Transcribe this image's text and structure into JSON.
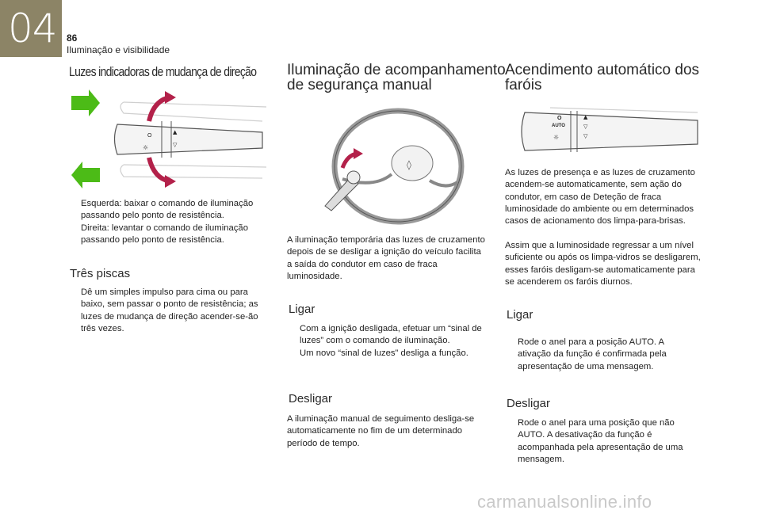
{
  "header": {
    "chapter": "04",
    "page_number": "86",
    "section": "Iluminação e visibilidade"
  },
  "col1": {
    "title": "Luzes indicadoras de mudança de direção",
    "bullets": [
      "Esquerda: baixar o comando de iluminação passando pelo ponto de resistência.",
      "Direita: levantar o comando de iluminação passando pelo ponto de resistência."
    ],
    "subtitle": "Três piscas",
    "sub_bullets": [
      "Dê um simples impulso para cima ou para baixo, sem passar o ponto de resistência; as luzes de mudança de direção acender-se-ão três vezes."
    ]
  },
  "col2": {
    "title_line1": "Iluminação de acompanhamento",
    "title_line2": "de segurança manual",
    "intro": "A iluminação temporária das luzes de cruzamento depois de se desligar a ignição do veículo facilita a saída do condutor em caso de fraca luminosidade.",
    "ligar_title": "Ligar",
    "ligar_bullets": [
      "Com a ignição desligada, efetuar um “sinal de luzes” com o comando de iluminação.",
      "Um novo “sinal de luzes” desliga a função."
    ],
    "desligar_title": "Desligar",
    "desligar_text": "A iluminação manual de seguimento desliga-se automaticamente no fim de um determinado período de tempo."
  },
  "col3": {
    "title_line1": "Acendimento automático dos",
    "title_line2": "faróis",
    "fig_labels": {
      "o": "O",
      "auto": "AUTO"
    },
    "intro1": "As luzes de presença e as luzes de cruzamento acendem-se automaticamente, sem ação do condutor, em caso de Deteção de fraca luminosidade do ambiente ou em determinados casos de acionamento dos limpa-para-brisas.",
    "intro2": "Assim que a luminosidade regressar a um nível suficiente ou após os limpa-vidros se desligarem, esses faróis desligam-se automaticamente para se acenderem os faróis diurnos.",
    "ligar_title": "Ligar",
    "ligar_bullets": [
      "Rode o anel para a posição AUTO. A ativação da função é confirmada pela apresentação de uma mensagem."
    ],
    "desligar_title": "Desligar",
    "desligar_bullets": [
      "Rode o anel para uma posição que não AUTO. A desativação da função é acompanhada pela apresentação de uma mensagem."
    ]
  },
  "bullet_glyph": "",
  "accent_color": "#8c8466",
  "arrow_color": "#4cbb17",
  "highlight_color": "#b3214a",
  "watermark": "carmanualsonline.info"
}
